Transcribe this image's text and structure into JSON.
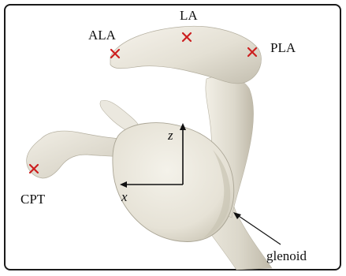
{
  "labels": {
    "la": "LA",
    "ala": "ALA",
    "pla": "PLA",
    "cpt": "CPT",
    "glenoid": "glenoid"
  },
  "axes": {
    "z": "z",
    "x": "x"
  },
  "colors": {
    "marker": "#cc1f1f",
    "bone_light": "#efece3",
    "bone_mid": "#d9d5c8",
    "bone_shadow": "#b7b2a2",
    "ink": "#111111"
  }
}
